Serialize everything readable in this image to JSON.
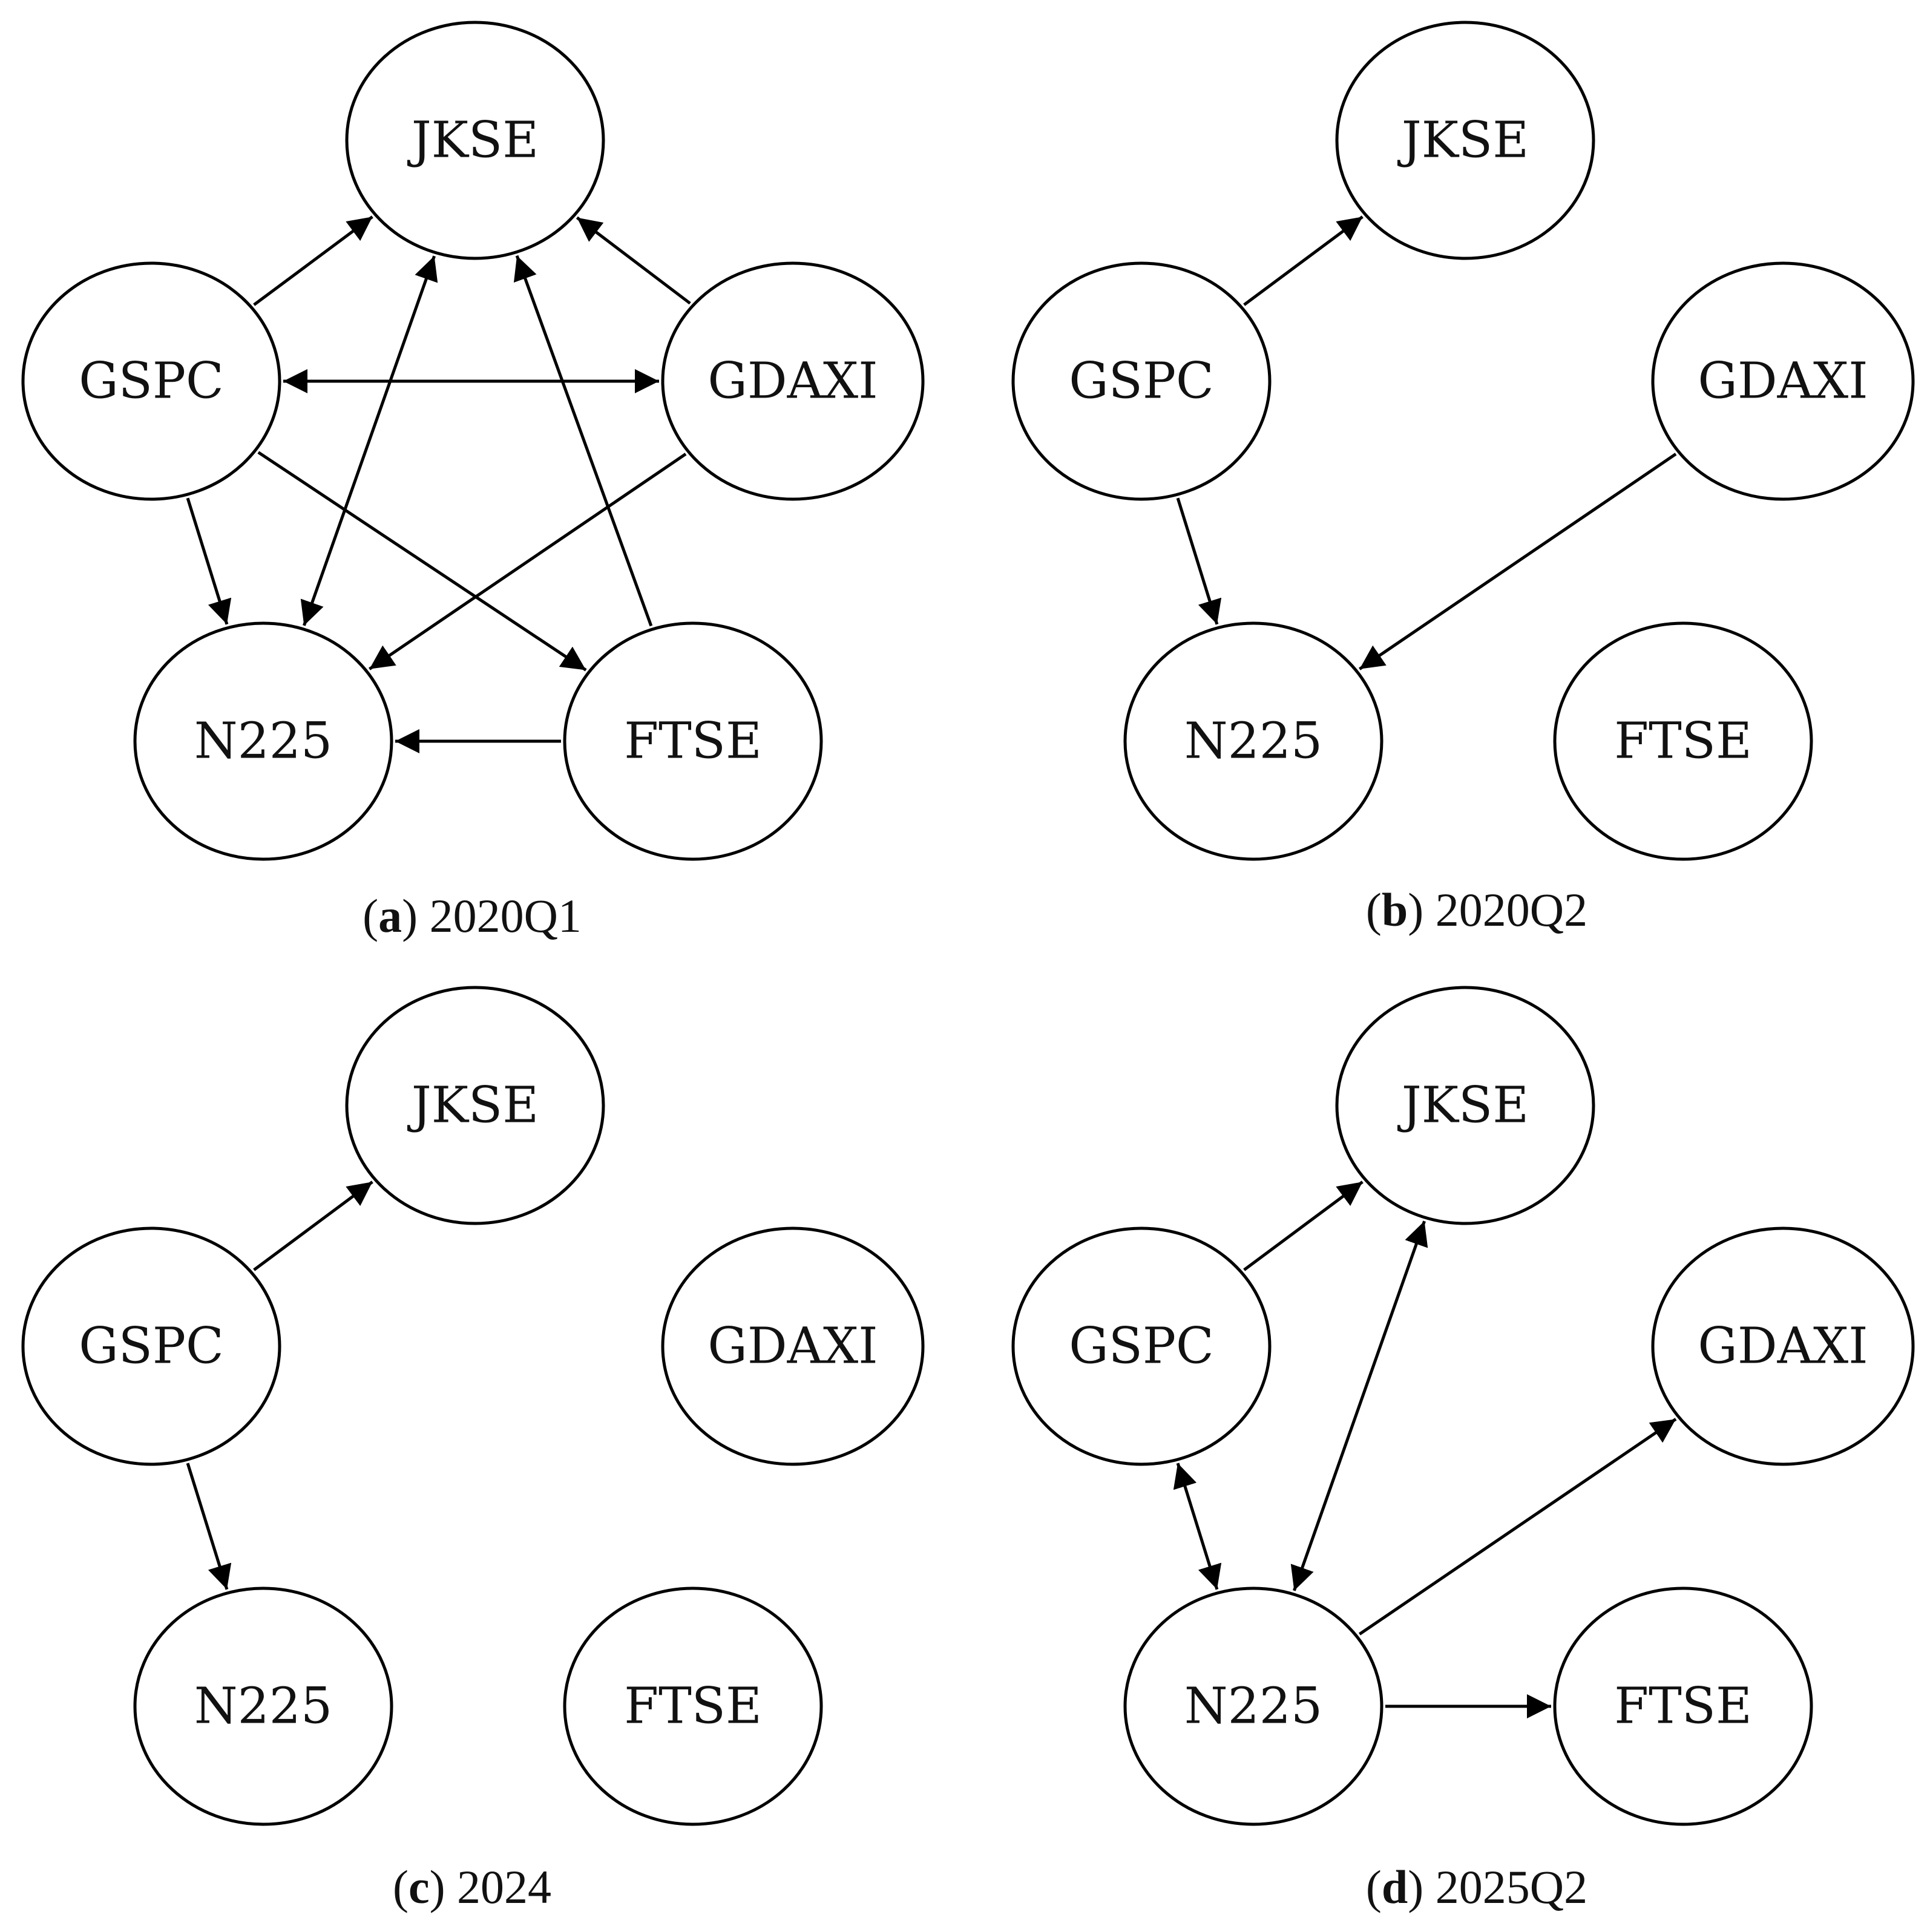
{
  "nodes": {
    "JKSE": "JKSE",
    "GSPC": "GSPC",
    "GDAXI": "GDAXI",
    "N225": "N225",
    "FTSE": "FTSE"
  },
  "panels": [
    {
      "id": "a",
      "letter": "a",
      "label": "2020Q1",
      "edges": [
        {
          "from": "GSPC",
          "to": "JKSE",
          "bidirectional": false
        },
        {
          "from": "GDAXI",
          "to": "JKSE",
          "bidirectional": false
        },
        {
          "from": "FTSE",
          "to": "JKSE",
          "bidirectional": false
        },
        {
          "from": "N225",
          "to": "JKSE",
          "bidirectional": true
        },
        {
          "from": "GSPC",
          "to": "GDAXI",
          "bidirectional": true
        },
        {
          "from": "GSPC",
          "to": "N225",
          "bidirectional": false
        },
        {
          "from": "GSPC",
          "to": "FTSE",
          "bidirectional": false
        },
        {
          "from": "GDAXI",
          "to": "N225",
          "bidirectional": false
        },
        {
          "from": "FTSE",
          "to": "N225",
          "bidirectional": false
        }
      ]
    },
    {
      "id": "b",
      "letter": "b",
      "label": "2020Q2",
      "edges": [
        {
          "from": "GSPC",
          "to": "JKSE",
          "bidirectional": false
        },
        {
          "from": "GSPC",
          "to": "N225",
          "bidirectional": false
        },
        {
          "from": "GDAXI",
          "to": "N225",
          "bidirectional": false
        }
      ]
    },
    {
      "id": "c",
      "letter": "c",
      "label": "2024",
      "edges": [
        {
          "from": "GSPC",
          "to": "JKSE",
          "bidirectional": false
        },
        {
          "from": "GSPC",
          "to": "N225",
          "bidirectional": false
        }
      ]
    },
    {
      "id": "d",
      "letter": "d",
      "label": "2025Q2",
      "edges": [
        {
          "from": "GSPC",
          "to": "JKSE",
          "bidirectional": false
        },
        {
          "from": "N225",
          "to": "JKSE",
          "bidirectional": true
        },
        {
          "from": "GSPC",
          "to": "N225",
          "bidirectional": true
        },
        {
          "from": "N225",
          "to": "GDAXI",
          "bidirectional": false
        },
        {
          "from": "N225",
          "to": "FTSE",
          "bidirectional": false
        }
      ]
    }
  ]
}
